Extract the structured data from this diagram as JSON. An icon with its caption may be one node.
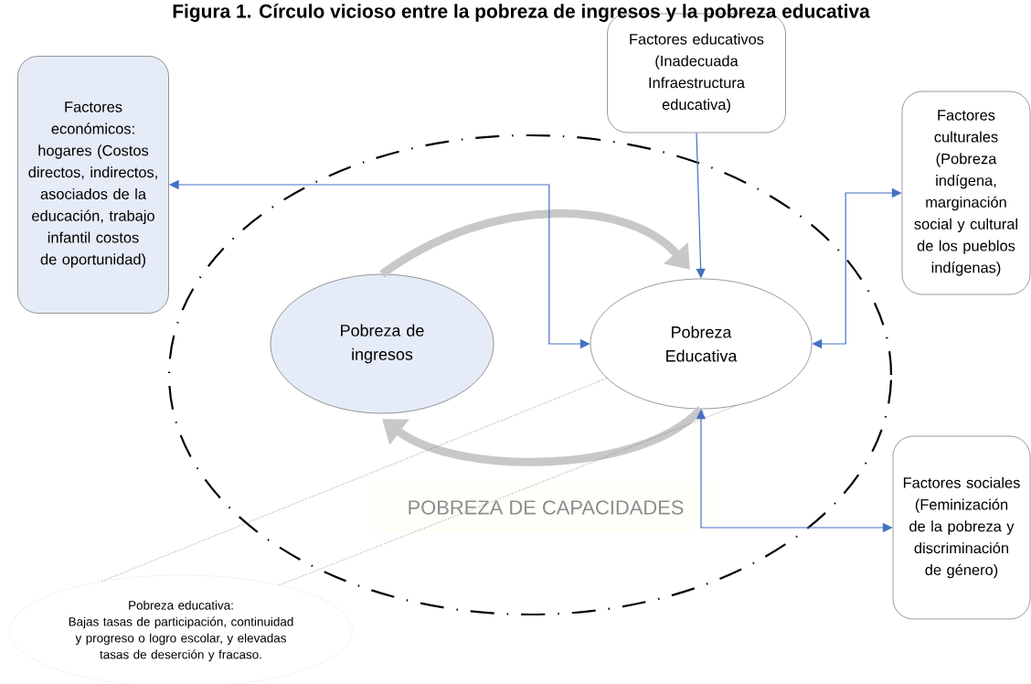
{
  "diagram": {
    "title": "Figura 1. Círculo vicioso entre la pobreza de ingresos y la pobreza educativa",
    "nodes": [
      {
        "text": [
          "POBREZA DE CAPACIDADES"
        ]
      },
      {
        "text": [
          "Factores económicos: hogares (Costos directos, indirectos, asociados de la educación, trabajo infantil costos de oportunidad)"
        ]
      },
      {
        "text": [
          "Factores educativos (Inadecuada Infraestructura educativa)"
        ]
      },
      {
        "text": [
          "Factores culturales (Pobreza indígena, marginación social y cultural de los pueblos indígenas)"
        ]
      },
      {
        "text": [
          "Pobreza de ingresos"
        ],
        "in": 0
      },
      {
        "text": [
          "Pobreza Educativa"
        ],
        "in": 0
      },
      {
        "text": [
          "Factores sociales (Feminización de la pobreza y discriminación de género)"
        ]
      },
      {
        "text": [
          "Pobreza educativa:",
          "Bajas tasas de participación, continuidad y progreso o logro escolar, y elevadas tasas de deserción y fracaso."
        ]
      }
    ],
    "edges": [
      {
        "from": 4,
        "to": 5,
        "arrow": "to",
        "style": "thick",
        "color": "#c8c8c8"
      },
      {
        "from": 5,
        "to": 4,
        "arrow": "to",
        "style": "thick",
        "color": "#c8c8c8"
      },
      {
        "from": 5,
        "to": 1,
        "arrow": "both"
      },
      {
        "from": 2,
        "to": 5,
        "arrow": "to"
      },
      {
        "from": 5,
        "to": 3,
        "arrow": "both"
      },
      {
        "from": 5,
        "to": 6,
        "arrow": "both"
      },
      {
        "from": 7,
        "to": 5,
        "arrow": "none",
        "style": "dashed",
        "color": "#555555"
      }
    ]
  }
}
